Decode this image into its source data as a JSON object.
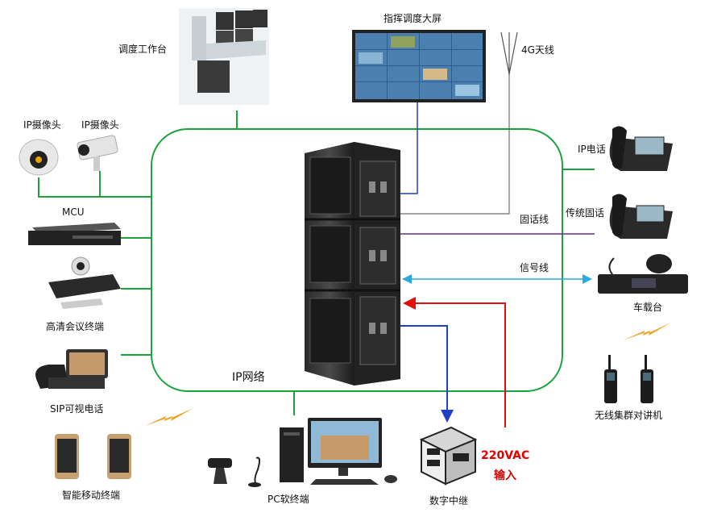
{
  "labels": {
    "dispatch_workstation": "调度工作台",
    "command_screen": "指挥调度大屏",
    "antenna_4g": "4G天线",
    "ip_camera_1": "IP摄像头",
    "ip_camera_2": "IP摄像头",
    "ip_phone": "IP电话",
    "mcu": "MCU",
    "landline_line": "固话线",
    "traditional_phone": "传统固话",
    "signal_line": "信号线",
    "vehicle_radio": "车载台",
    "hd_conference_terminal": "高清会议终端",
    "sip_video_phone": "SIP可视电话",
    "ip_network": "IP网络",
    "trunked_walkie_talkie": "无线集群对讲机",
    "smart_mobile_terminal": "智能移动终端",
    "pc_softphone": "PC软终端",
    "digital_relay": "数字中继",
    "power_input_voltage": "220VAC",
    "power_input_label": "输入"
  },
  "colors": {
    "ip_network_ring": "#1aa33a",
    "screen_link": "#1f3fc7",
    "antenna_link": "#6d6d6d",
    "landline_link": "#6a2c8c",
    "signal_link": "#29a9e0",
    "power_link": "#e01010",
    "relay_link": "#1f3fc7",
    "wireless_bolt": "#f0a020"
  }
}
